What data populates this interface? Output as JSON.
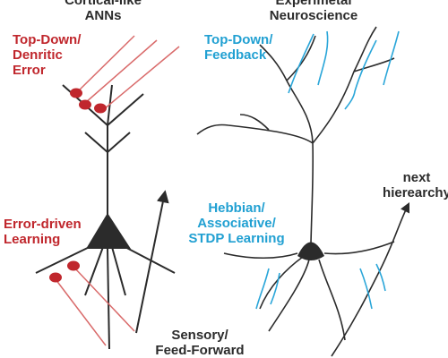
{
  "headers": {
    "left": "Cortical-like\nANNs",
    "right": "Experimetal\nNeuroscience"
  },
  "labels": {
    "topdown_error": "Top-Down/\nDenritic\nError",
    "error_driven": "Error-driven\nLearning",
    "topdown_feedback": "Top-Down/\nFeedback",
    "hebbian": "Hebbian/\nAssociative/\nSTDP Learning",
    "next_hierarchy": "next\nhierearchy",
    "sensory": "Sensory/\nFeed-Forward"
  },
  "colors": {
    "neuron": "#2b2b2b",
    "error_synapse": "#c0272d",
    "error_axon": "#d96a6a",
    "feedback_dendrite": "#2aa6d9"
  }
}
